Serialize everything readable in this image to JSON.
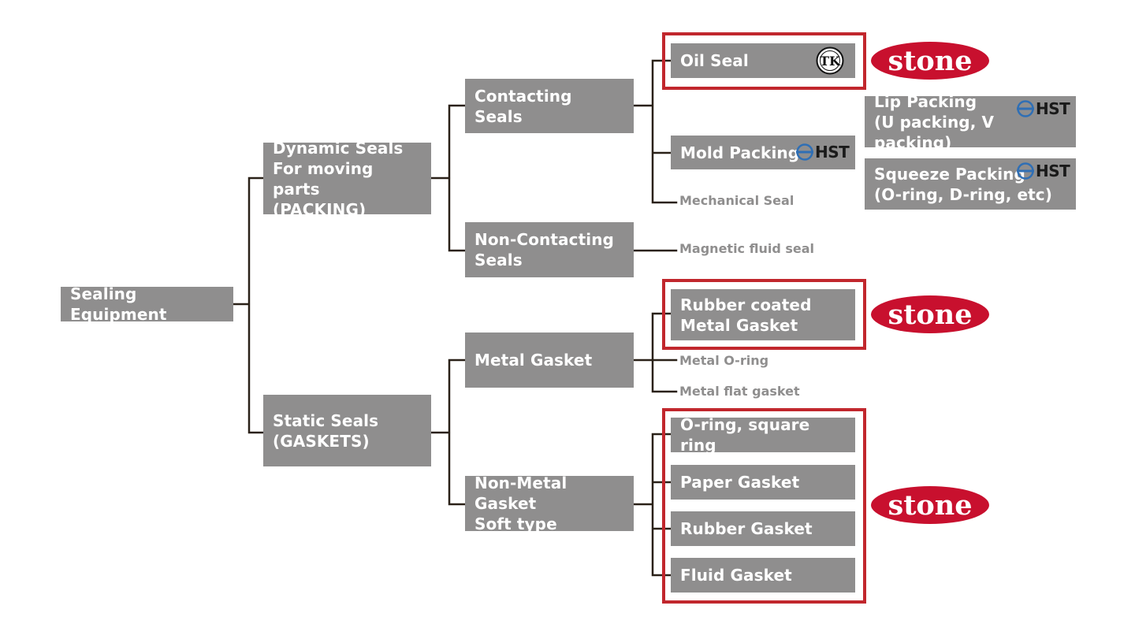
{
  "diagram": {
    "root": "Sealing Equipment",
    "dynamic_seals": [
      "Dynamic Seals",
      "For moving parts",
      "(PACKING)"
    ],
    "static_seals": [
      "Static Seals",
      "(GASKETS)"
    ],
    "contacting_seals": "Contacting Seals",
    "non_contacting_seals": [
      "Non-Contacting",
      "Seals"
    ],
    "metal_gasket": "Metal Gasket",
    "non_metal_gasket": [
      "Non-Metal Gasket",
      "Soft type"
    ],
    "oil_seal": "Oil Seal",
    "mold_packing": "Mold Packing",
    "mechanical_seal": "Mechanical Seal",
    "lip_packing": [
      "Lip Packing",
      "(U packing, V packing)"
    ],
    "squeeze_packing": [
      "Squeeze Packing",
      "(O-ring, D-ring, etc)"
    ],
    "magnetic_fluid_seal": "Magnetic fluid seal",
    "rubber_coated_metal_gasket": [
      "Rubber coated",
      "Metal Gasket"
    ],
    "metal_o_ring": "Metal O-ring",
    "metal_flat_gasket": "Metal flat gasket",
    "o_ring_square_ring": "O-ring, square ring",
    "paper_gasket": "Paper Gasket",
    "rubber_gasket": "Rubber Gasket",
    "fluid_gasket": "Fluid Gasket"
  },
  "logos": {
    "stone": "stone",
    "hst": "HST",
    "tk": "TK"
  },
  "colors": {
    "box_fill": "#8f8e8e",
    "box_text": "#ffffff",
    "connector": "#2a2118",
    "highlight_frame": "#c1272d",
    "stone_logo": "#c8102e",
    "hst_blue": "#2f6fb5"
  }
}
